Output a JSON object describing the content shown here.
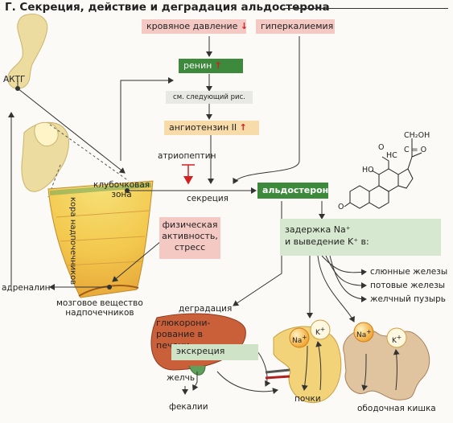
{
  "title": "Г. Секреция, действие и деградация альдостерона",
  "boxes": {
    "blood_pressure": "кровяное давление",
    "hyperkalemia": "гиперкалиемия",
    "renin": "ренин",
    "see_next": "см. следующий рис.",
    "angiotensin": "ангиотензин II",
    "aldosterone": "альдостерон",
    "physical": "физическая\nактивность,\nстресс",
    "excretion": "экскреция",
    "glucuron": "глюкорони-\nрование в печени"
  },
  "labels": {
    "acth": "АКТГ",
    "atriopeptin": "атриопептин",
    "zona_glom": "клубочковая\nзона",
    "secretion": "секреция",
    "retention": "задержка Na⁺\nи выведение K⁺ в:",
    "saliv": "слюнные железы",
    "sweat": "потовые железы",
    "gall": "желчный пузырь",
    "adrenalin": "адреналин",
    "medulla": "мозговое вещество\nнадпочечников",
    "cortex": "кора надпочечников",
    "degradation": "деградация",
    "bile": "желчь",
    "feces": "фекалии",
    "kidneys": "почки",
    "colon": "ободочная кишка",
    "na": "Na",
    "k": "K",
    "plus": "+"
  },
  "formula": {
    "ch2oh": "CH₂OH",
    "co": "C = O",
    "hc": "HC",
    "o_top": "O",
    "ho": "HO",
    "o_left": "O"
  },
  "indicators": {
    "down_arrow": "↓",
    "up_arrow": "↑"
  }
}
